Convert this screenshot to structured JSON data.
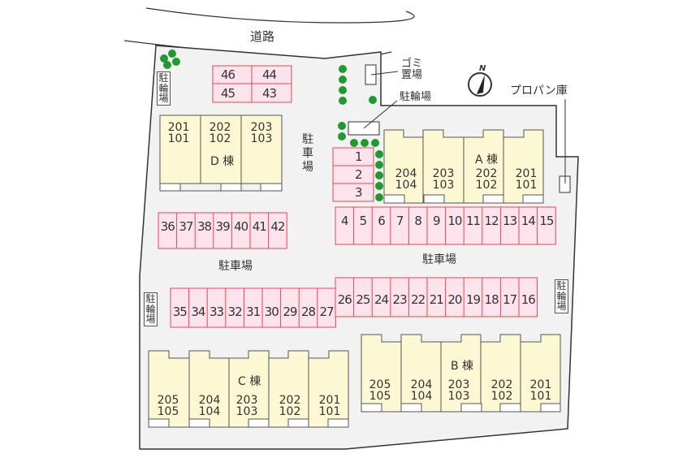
{
  "road": {
    "label": "道路"
  },
  "labels": {
    "garbage": "ゴミ置場",
    "garbage_line1": "ゴミ",
    "garbage_line2": "置場",
    "bicycle_top": "駐輪場",
    "propane": "プロパン庫",
    "compass": "N",
    "parking_vertical": [
      "駐",
      "車",
      "場"
    ],
    "parking_left": "駐車場",
    "parking_right": "駐車場",
    "bike_left_top": [
      "駐",
      "輪",
      "場"
    ],
    "bike_left_mid": [
      "駐",
      "輪",
      "場"
    ],
    "bike_right": [
      "駐",
      "輪",
      "場"
    ]
  },
  "buildings": {
    "A": {
      "name": "A 棟",
      "units": [
        [
          "204",
          "104"
        ],
        [
          "203",
          "103"
        ],
        [
          "202",
          "102"
        ],
        [
          "201",
          "101"
        ]
      ]
    },
    "B": {
      "name": "B 棟",
      "units": [
        [
          "205",
          "105"
        ],
        [
          "204",
          "104"
        ],
        [
          "203",
          "103"
        ],
        [
          "202",
          "102"
        ],
        [
          "201",
          "101"
        ]
      ]
    },
    "C": {
      "name": "C 棟",
      "units": [
        [
          "205",
          "105"
        ],
        [
          "204",
          "104"
        ],
        [
          "203",
          "103"
        ],
        [
          "202",
          "102"
        ],
        [
          "201",
          "101"
        ]
      ]
    },
    "D": {
      "name": "D 棟",
      "units": [
        [
          "201",
          "101"
        ],
        [
          "202",
          "102"
        ],
        [
          "203",
          "103"
        ]
      ]
    }
  },
  "parking": {
    "top_block": [
      "46",
      "44",
      "45",
      "43"
    ],
    "small_block": [
      "1",
      "2",
      "3"
    ],
    "row_4_15": [
      "4",
      "5",
      "6",
      "7",
      "8",
      "9",
      "10",
      "11",
      "12",
      "13",
      "14",
      "15"
    ],
    "row_36_42": [
      "36",
      "37",
      "38",
      "39",
      "40",
      "41",
      "42"
    ],
    "row_35_27": [
      "35",
      "34",
      "33",
      "32",
      "31",
      "30",
      "29",
      "28",
      "27"
    ],
    "row_26_16": [
      "26",
      "25",
      "24",
      "23",
      "22",
      "21",
      "20",
      "19",
      "18",
      "17",
      "16"
    ]
  },
  "colors": {
    "lot": "#f2f2f2",
    "outline": "#333333",
    "building": "#fdf8d4",
    "parking_fill": "#fde4ec",
    "parking_line": "#e8454f",
    "tree": "#1f9a2e"
  }
}
